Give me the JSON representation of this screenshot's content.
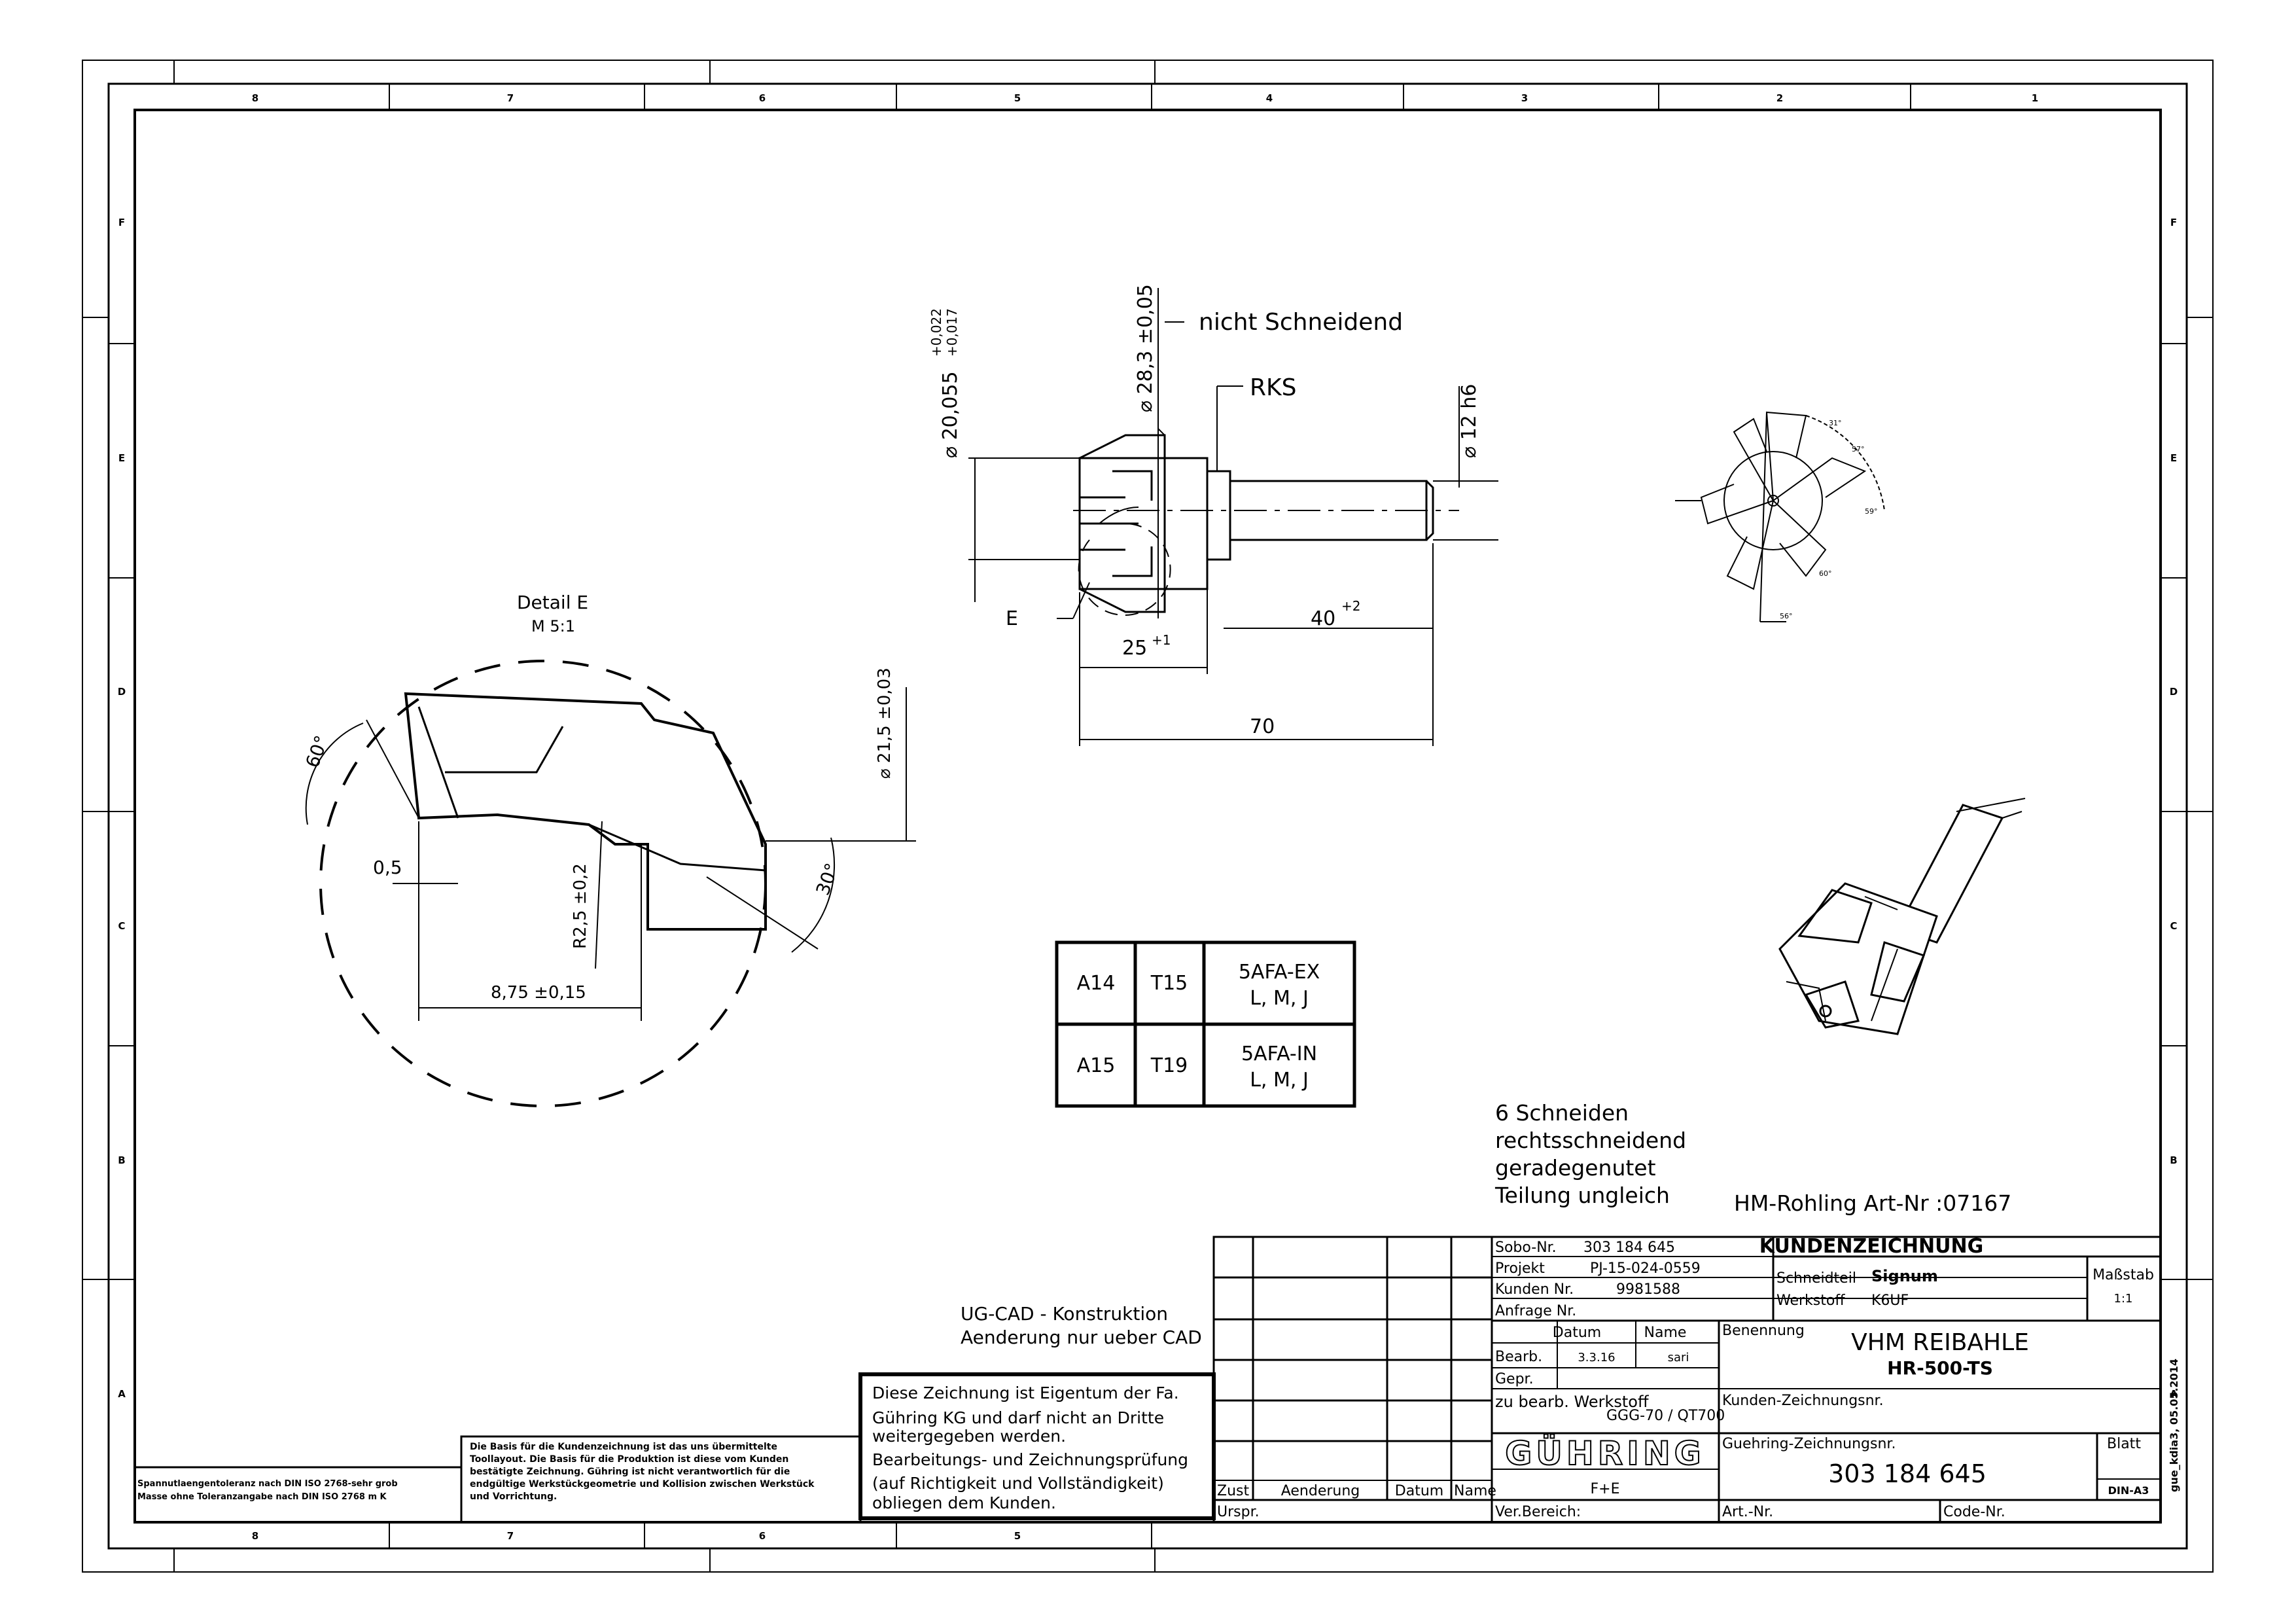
{
  "frame": {
    "col_labels_top": [
      "8",
      "7",
      "6",
      "5",
      "4",
      "3",
      "2",
      "1"
    ],
    "col_labels_bottom": [
      "8",
      "7",
      "6",
      "5"
    ],
    "row_labels": [
      "F",
      "E",
      "D",
      "C",
      "B",
      "A"
    ]
  },
  "side_view": {
    "note_non_cutting": "nicht Schneidend",
    "rks": "RKS",
    "dia_20_base": "⌀ 20,055",
    "dia_20_tol_upper": "+0,022",
    "dia_20_tol_lower": "+0,017",
    "dia_28": "⌀ 28,3 ±0,05",
    "dia_12": "⌀ 12 h6",
    "dim_40": "40",
    "dim_40_tol": "+2",
    "dim_25": "25",
    "dim_25_tol": "+1",
    "dim_70": "70",
    "detail_marker": "E"
  },
  "detail": {
    "title": "Detail E",
    "scale": "M 5:1",
    "angle_60": "60°",
    "angle_30": "30°",
    "dim_05": "0,5",
    "radius": "R2,5 ±0,2",
    "dim_875": "8,75 ±0,15",
    "dia_215": "⌀ 21,5 ±0,03"
  },
  "end_view_labels": [
    "31°",
    "57°",
    "59°",
    "60°",
    "56°"
  ],
  "coating_table": [
    {
      "a": "A14",
      "t": "T15",
      "coat": "5AFA-EX",
      "grade": "L, M, J"
    },
    {
      "a": "A15",
      "t": "T19",
      "coat": "5AFA-IN",
      "grade": "L, M, J"
    }
  ],
  "notes": {
    "flutes": [
      "6 Schneiden",
      "rechtsschneidend",
      "geradegenutet",
      "Teilung ungleich"
    ],
    "blank": "HM-Rohling Art-Nr :07167",
    "cad": [
      "UG-CAD - Konstruktion",
      "Aenderung nur ueber CAD"
    ],
    "ownership": [
      "Diese Zeichnung ist Eigentum der Fa.",
      "Gühring KG und darf nicht an Dritte",
      "weitergegeben werden.",
      "Bearbeitungs- und Zeichnungsprüfung",
      "(auf Richtigkeit und Vollständigkeit)",
      "obliegen dem Kunden."
    ],
    "basis": [
      "Die Basis für die Kundenzeichnung ist das uns übermittelte",
      "Toollayout. Die Basis für die Produktion ist diese vom Kunden",
      "bestätigte Zeichnung. Gühring ist nicht verantwortlich für die",
      "endgültige Werkstückgeometrie und Kollision zwischen Werkstück",
      "und Vorrichtung."
    ],
    "tolerance": [
      "Spannutlaengentoleranz nach DIN ISO 2768-sehr grob",
      "Masse ohne Toleranzangabe nach DIN ISO 2768 m K"
    ]
  },
  "title_block": {
    "sobo_label": "Sobo-Nr.",
    "sobo": "303 184 645",
    "projekt_label": "Projekt",
    "projekt": "PJ-15-024-0559",
    "kunden_label": "Kunden Nr.",
    "kunden": "9981588",
    "anfrage_label": "Anfrage Nr.",
    "datum_label": "Datum",
    "name_label": "Name",
    "bearb_label": "Bearb.",
    "bearb_datum": "3.3.16",
    "bearb_name": "sari",
    "gepr_label": "Gepr.",
    "werkstoff_bearb_label": "zu bearb. Werkstoff",
    "werkstoff_bearb": "GGG-70 / QT700",
    "header": "KUNDENZEICHNUNG",
    "schneidteil_label": "Schneidteil",
    "schneidteil": "Signum",
    "werkstoff_label": "Werkstoff",
    "werkstoff": "K6UF",
    "massstab_label": "Maßstab",
    "massstab": "1:1",
    "benennung_label": "Benennung",
    "benennung": "VHM REIBAHLE",
    "benennung2": "HR-500-TS",
    "kunden_zeich_label": "Kunden-Zeichnungsnr.",
    "guehring_zeich_label": "Guehring-Zeichnungsnr.",
    "guehring_zeich": "303 184 645",
    "blatt_label": "Blatt",
    "blatt": "DIN-A3",
    "logo": "GÜHRING",
    "logo_sub": "F+E",
    "zust_label": "Zust",
    "aenderung_label": "Aenderung",
    "datum2_label": "Datum",
    "name2_label": "Name",
    "urspr_label": "Urspr.",
    "verber_label": "Ver.Bereich:",
    "artnr_label": "Art.-Nr.",
    "code_label": "Code-Nr.",
    "vertical_text": "gue_kdia3, 05.05.2014"
  }
}
